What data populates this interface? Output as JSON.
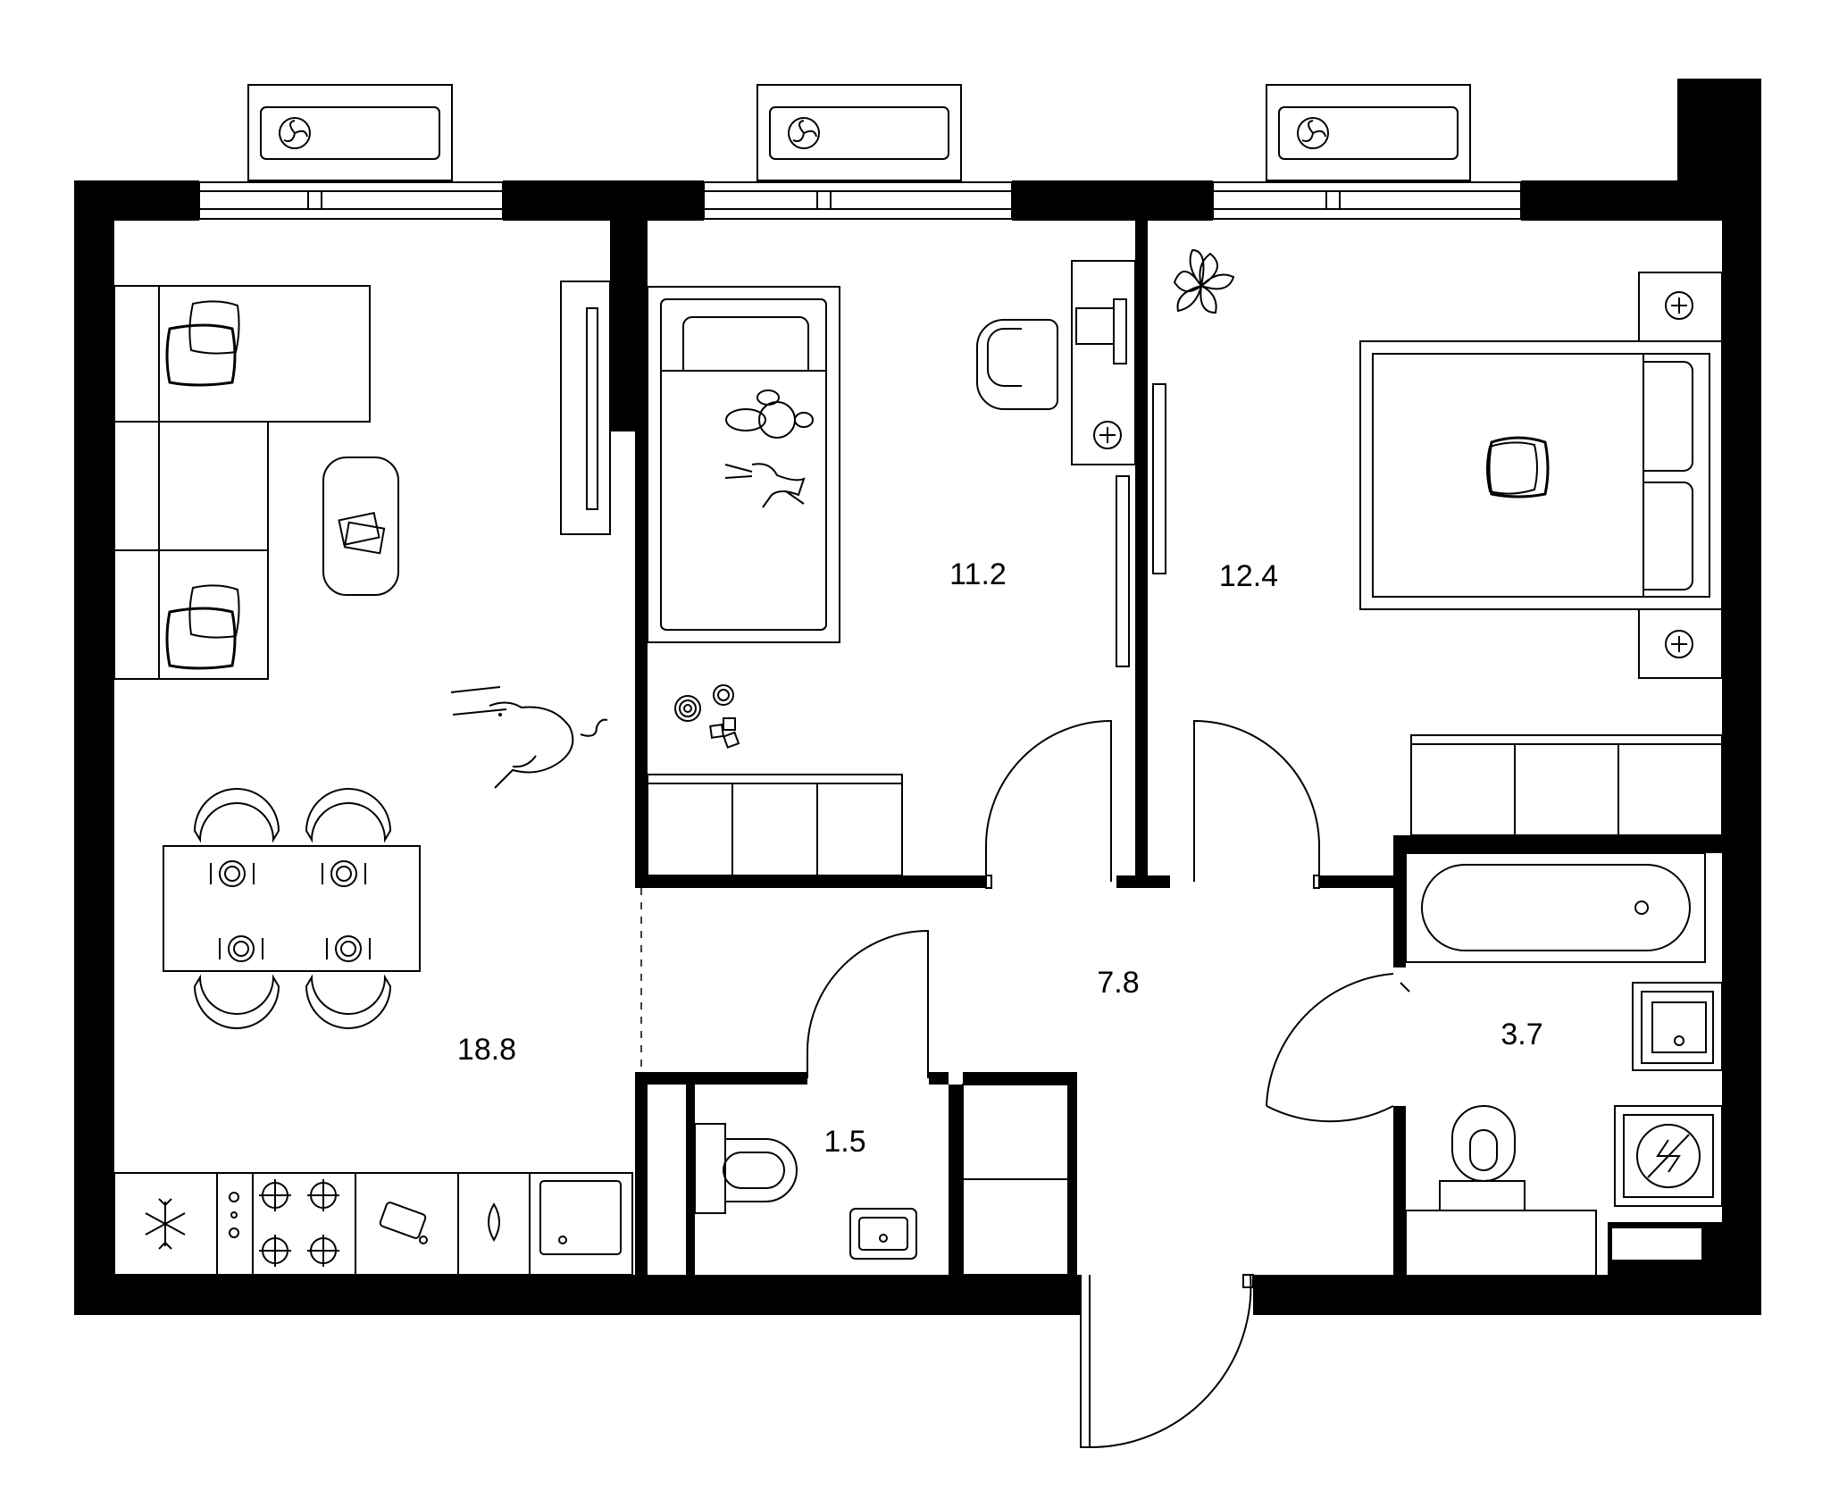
{
  "rooms": [
    {
      "id": "living-kitchen",
      "area_label": "18.8"
    },
    {
      "id": "kids-bedroom",
      "area_label": "11.2"
    },
    {
      "id": "master-bedroom",
      "area_label": "12.4"
    },
    {
      "id": "hallway",
      "area_label": "7.8"
    },
    {
      "id": "toilet",
      "area_label": "1.5"
    },
    {
      "id": "bathroom",
      "area_label": "3.7"
    }
  ],
  "icons": [
    "ac-unit-icon",
    "window-icon",
    "sofa-icon",
    "pillow-icon",
    "coffee-table-icon",
    "tv-icon",
    "dog-icon",
    "dining-table-icon",
    "chair-icon",
    "plate-icon",
    "fridge-icon",
    "stove-icon",
    "cutting-board-icon",
    "faucet-icon",
    "sink-icon",
    "bed-icon",
    "teddy-icon",
    "toy-blocks-icon",
    "desk-icon",
    "laptop-icon",
    "lamp-icon",
    "plant-icon",
    "double-bed-icon",
    "nightstand-icon",
    "wardrobe-icon",
    "bathtub-icon",
    "washbasin-icon",
    "washing-machine-icon",
    "toilet-icon",
    "door-icon"
  ],
  "colors": {
    "wall": "#000000",
    "background": "#ffffff"
  }
}
